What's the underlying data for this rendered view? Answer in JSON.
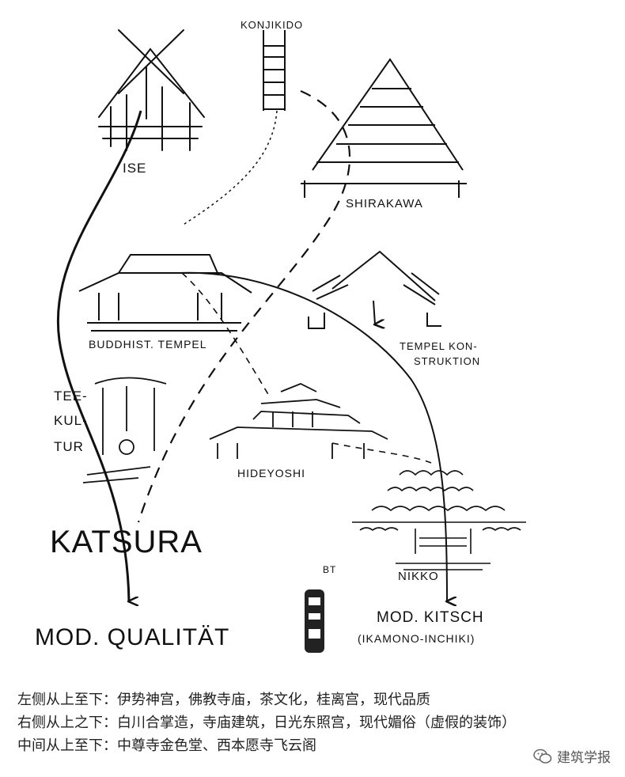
{
  "labels": {
    "konjikido": "KONJIKIDO",
    "ise": "ISE",
    "shirakawa": "SHIRAKAWA",
    "buddhist_tempel": "BUDDHIST. TEMPEL",
    "tempel_kon": "TEMPEL KON-",
    "struktion": "STRUKTION",
    "tee": "TEE-",
    "kul": "KUL-",
    "tur": "TUR",
    "hideyoshi": "HIDEYOSHI",
    "katsura": "KATSURA",
    "bt": "BT",
    "nikko": "NIKKO",
    "mod_kitsch": "MOD. KITSCH",
    "ikamono": "(IKAMONO-INCHIKI)",
    "mod_qualitat": "MOD. QUALITÄT"
  },
  "caption": {
    "line1": "左侧从上至下：伊势神宫，佛教寺庙，茶文化，桂离宫，现代品质",
    "line2": "右侧从上之下：白川合掌造，寺庙建筑，日光东照宫，现代媚俗（虚假的装饰）",
    "line3": "中间从上至下：中尊寺金色堂、西本愿寺飞云阁"
  },
  "watermark": {
    "text": "建筑学报",
    "icon": "wechat-icon"
  }
}
